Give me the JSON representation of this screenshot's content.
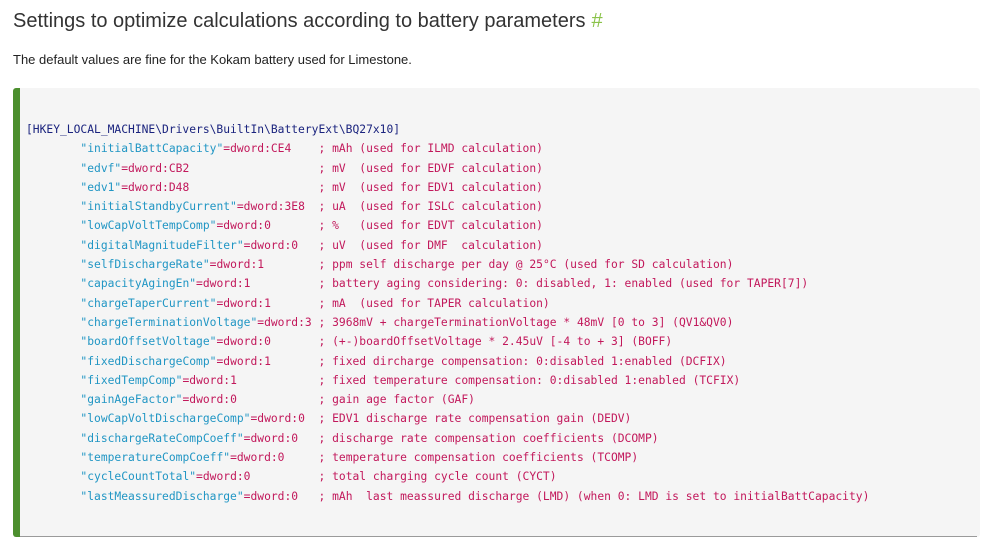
{
  "heading": {
    "title": "Settings to optimize calculations according to battery parameters",
    "anchor": "#"
  },
  "intro": "The default values are fine for the Kokam battery used for Limestone.",
  "code": {
    "registry_key": "[HKEY_LOCAL_MACHINE\\Drivers\\BuiltIn\\BatteryExt\\BQ27x10]",
    "entries": [
      {
        "key": "\"initialBattCapacity\"",
        "value": "dword:CE4",
        "comment": "; mAh (used for ILMD calculation)"
      },
      {
        "key": "\"edvf\"",
        "value": "dword:CB2",
        "comment": "; mV  (used for EDVF calculation)"
      },
      {
        "key": "\"edv1\"",
        "value": "dword:D48",
        "comment": "; mV  (used for EDV1 calculation)"
      },
      {
        "key": "\"initialStandbyCurrent\"",
        "value": "dword:3E8",
        "comment": "; uA  (used for ISLC calculation)"
      },
      {
        "key": "\"lowCapVoltTempComp\"",
        "value": "dword:0",
        "comment": "; %   (used for EDVT calculation)"
      },
      {
        "key": "\"digitalMagnitudeFilter\"",
        "value": "dword:0",
        "comment": "; uV  (used for DMF  calculation)"
      },
      {
        "key": "\"selfDischargeRate\"",
        "value": "dword:1",
        "comment": "; ppm self discharge per day @ 25°C (used for SD calculation)"
      },
      {
        "key": "\"capacityAgingEn\"",
        "value": "dword:1",
        "comment": "; battery aging considering: 0: disabled, 1: enabled (used for TAPER[7])"
      },
      {
        "key": "\"chargeTaperCurrent\"",
        "value": "dword:1",
        "comment": "; mA  (used for TAPER calculation)"
      },
      {
        "key": "\"chargeTerminationVoltage\"",
        "value": "dword:3",
        "comment": "; 3968mV + chargeTerminationVoltage * 48mV [0 to 3] (QV1&QV0)"
      },
      {
        "key": "\"boardOffsetVoltage\"",
        "value": "dword:0",
        "comment": "; (+-)boardOffsetVoltage * 2.45uV [-4 to + 3] (BOFF)"
      },
      {
        "key": "\"fixedDischargeComp\"",
        "value": "dword:1",
        "comment": "; fixed dircharge compensation: 0:disabled 1:enabled (DCFIX)"
      },
      {
        "key": "\"fixedTempComp\"",
        "value": "dword:1",
        "comment": "; fixed temperature compensation: 0:disabled 1:enabled (TCFIX)"
      },
      {
        "key": "\"gainAgeFactor\"",
        "value": "dword:0",
        "comment": "; gain age factor (GAF)"
      },
      {
        "key": "\"lowCapVoltDischargeComp\"",
        "value": "dword:0",
        "comment": "; EDV1 discharge rate compensation gain (DEDV)"
      },
      {
        "key": "\"dischargeRateCompCoeff\"",
        "value": "dword:0",
        "comment": "; discharge rate compensation coefficients (DCOMP)"
      },
      {
        "key": "\"temperatureCompCoeff\"",
        "value": "dword:0",
        "comment": "; temperature compensation coefficients (TCOMP)"
      },
      {
        "key": "\"cycleCountTotal\"",
        "value": "dword:0",
        "comment": "; total charging cycle count (CYCT)"
      },
      {
        "key": "\"lastMeassuredDischarge\"",
        "value": "dword:0",
        "comment": "; mAh  last meassured discharge (LMD) (when 0: LMD is set to initialBattCapacity)"
      }
    ]
  },
  "colors": {
    "accent_border": "#4c8f2e",
    "anchor": "#8bc34a",
    "key": "#2196c4",
    "value": "#c2185b",
    "header": "#1a237e"
  }
}
